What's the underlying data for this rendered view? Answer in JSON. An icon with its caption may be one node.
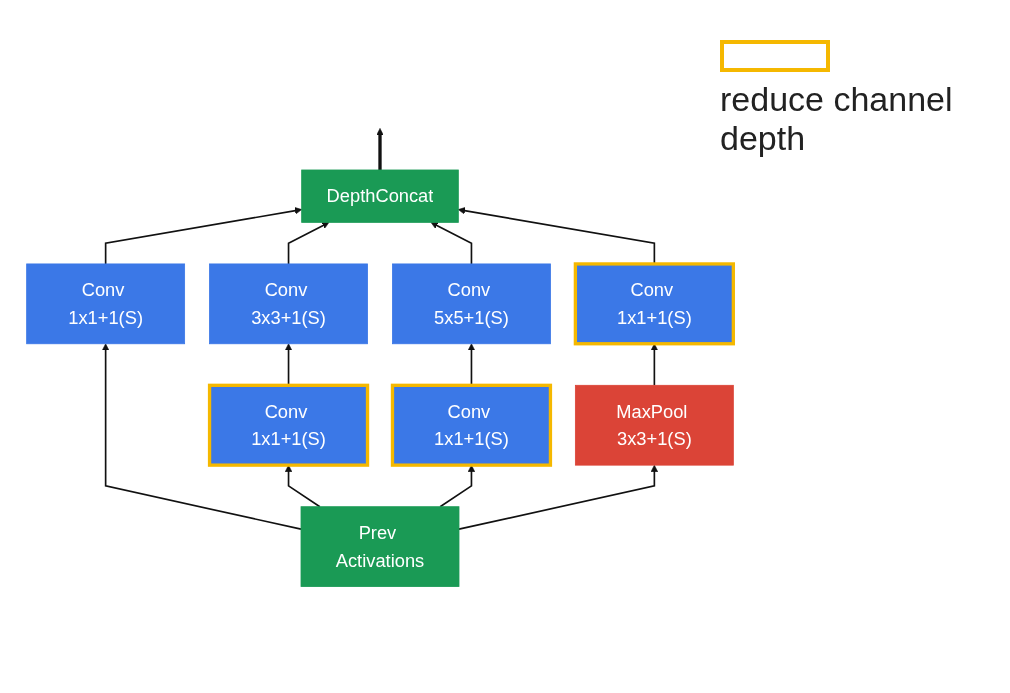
{
  "diagram": {
    "nodes": [
      {
        "text": [
          "DepthConcat"
        ]
      },
      {
        "text": [
          "Conv 1x1+1(S)"
        ]
      },
      {
        "text": [
          "Conv 3x3+1(S)"
        ]
      },
      {
        "text": [
          "Conv 5x5+1(S)"
        ]
      },
      {
        "text": [
          "Conv 1x1+1(S)"
        ]
      },
      {
        "text": [
          "Conv 1x1+1(S)"
        ]
      },
      {
        "text": [
          "Conv 1x1+1(S)"
        ]
      },
      {
        "text": [
          "MaxPool 3x3+1(S)"
        ]
      },
      {
        "text": [
          "Prev Activations"
        ]
      }
    ],
    "edges": [
      {
        "from": 0,
        "to": null,
        "arrow": "to",
        "style": "thick"
      },
      {
        "from": 1,
        "to": 0,
        "arrow": "to"
      },
      {
        "from": 2,
        "to": 0,
        "arrow": "to"
      },
      {
        "from": 3,
        "to": 0,
        "arrow": "to"
      },
      {
        "from": 4,
        "to": 0,
        "arrow": "to"
      },
      {
        "from": 5,
        "to": 2,
        "arrow": "to"
      },
      {
        "from": 6,
        "to": 3,
        "arrow": "to"
      },
      {
        "from": 7,
        "to": 4,
        "arrow": "to"
      },
      {
        "from": 8,
        "to": 1,
        "arrow": "to"
      },
      {
        "from": 8,
        "to": 5,
        "arrow": "to"
      },
      {
        "from": 8,
        "to": 6,
        "arrow": "to"
      },
      {
        "from": 8,
        "to": 7,
        "arrow": "to"
      }
    ],
    "legend": [
      {
        "text": "reduce channel depth",
        "color": "#f5b800"
      }
    ]
  }
}
